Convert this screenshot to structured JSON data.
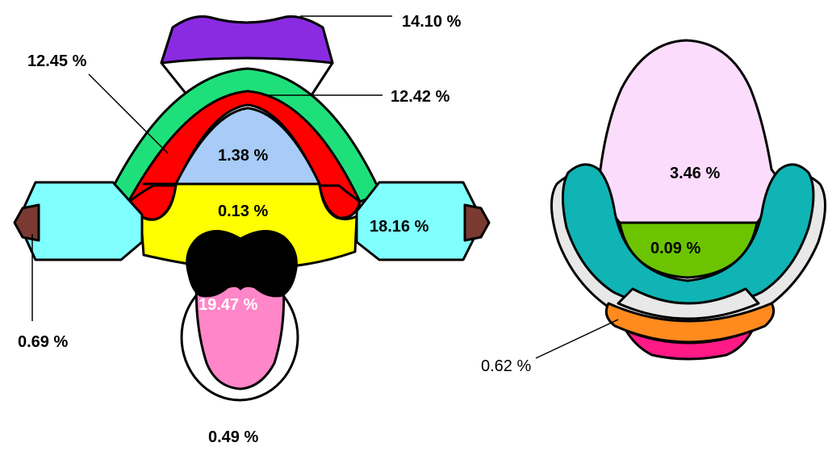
{
  "diagram": {
    "labels": {
      "lip_top": "14.10 %",
      "left_outer_ridge": "12.45 %",
      "inner_ridge": "12.42 %",
      "palate": "1.38 %",
      "middle_band": "0.13 %",
      "right_cheek": "18.16 %",
      "tongue": "19.47 %",
      "left_lip_corner": "0.69 %",
      "bottom_lip": "0.49 %",
      "lower_palate": "3.46 %",
      "lower_floor": "0.09 %",
      "lower_front": "0.62 %"
    },
    "colors": {
      "purple": "#8a2be2",
      "green": "#1ee07a",
      "red": "#ff0000",
      "light_blue": "#a8ccf7",
      "yellow": "#ffff00",
      "cyan": "#80ffff",
      "brown": "#7a3a32",
      "black": "#000000",
      "pink": "#ff86c8",
      "lavender": "#fcdcfc",
      "teal": "#10b4b4",
      "lime": "#6cc400",
      "light_gray": "#e8e8e8",
      "orange": "#ff8a1e",
      "magenta": "#ff1a86"
    }
  }
}
